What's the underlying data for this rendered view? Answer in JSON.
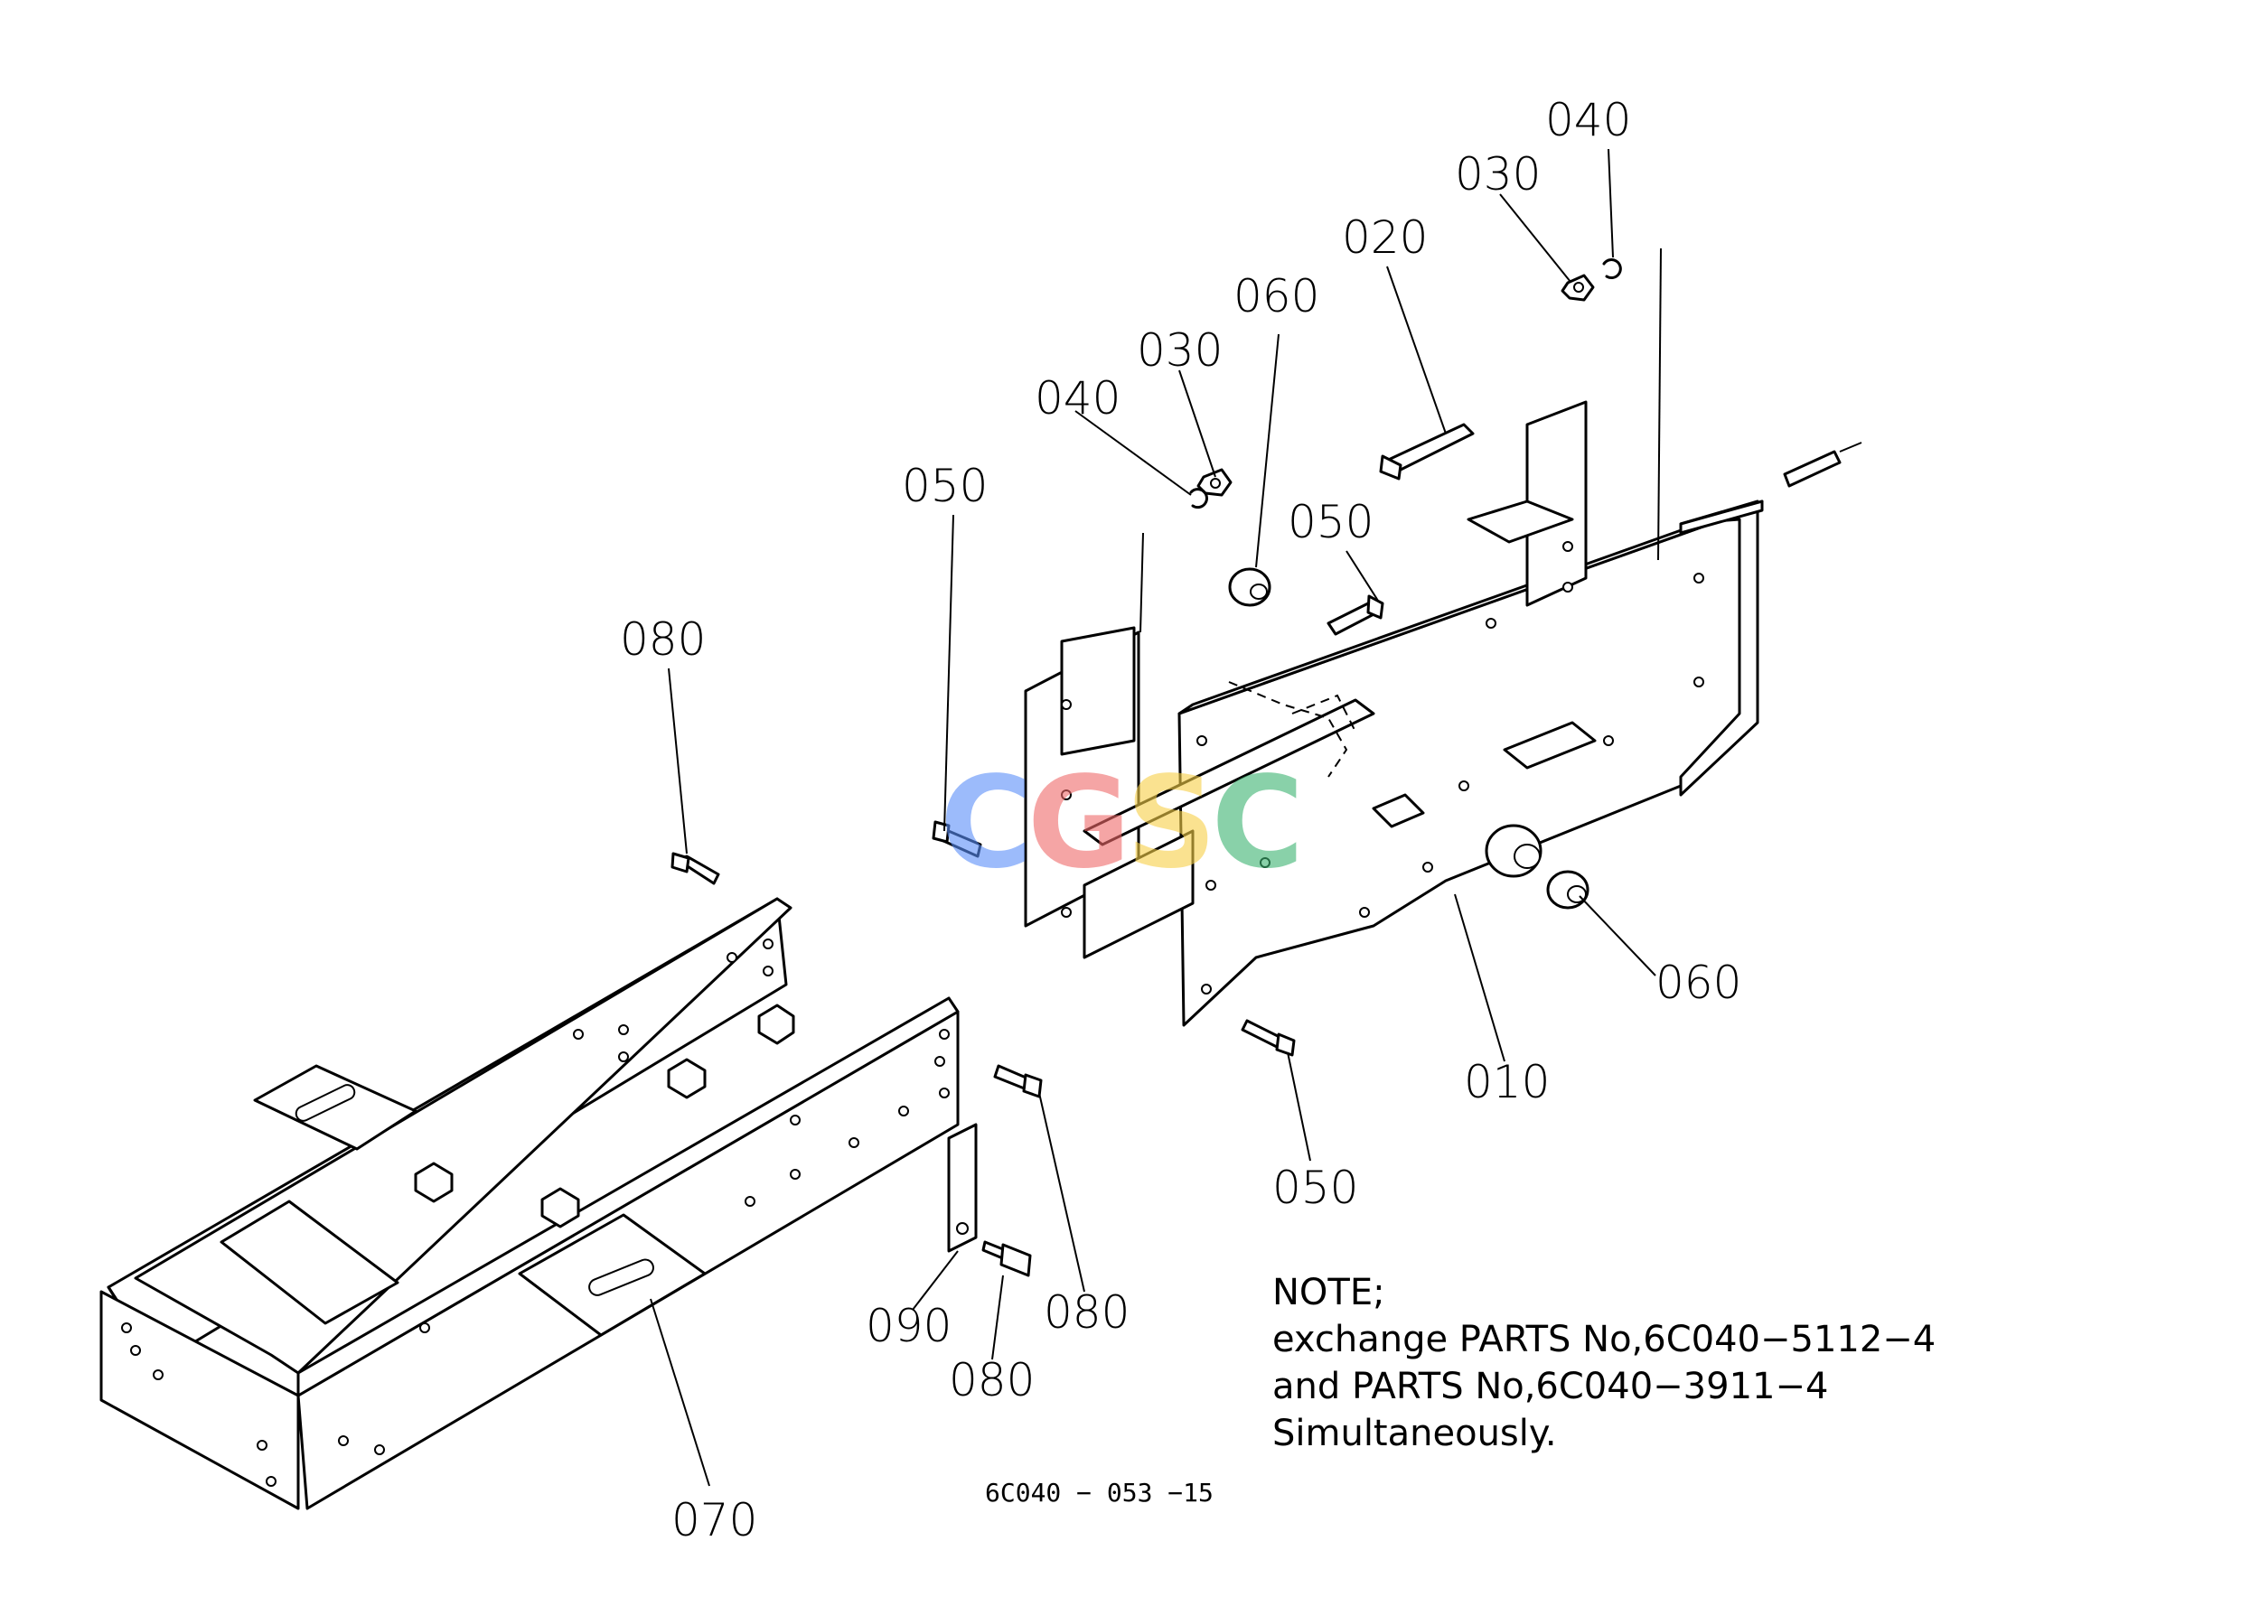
{
  "diagram": {
    "part_labels": {
      "p010": "010",
      "p020": "020",
      "p030_left": "030",
      "p030_right": "030",
      "p040_left": "040",
      "p040_right": "040",
      "p050_left": "050",
      "p050_mid": "050",
      "p050_bottom": "050",
      "p060_top": "060",
      "p060_right": "060",
      "p070": "070",
      "p080_left": "080",
      "p080_mid": "080",
      "p080_bottom": "080",
      "p090": "090"
    },
    "drawing_number": "6C040 − 053 −15",
    "note": {
      "heading": "NOTE;",
      "line1": "exchange PARTS No,6C040−5112−4",
      "line2": "and PARTS No,6C040−3911−4",
      "line3": "Simultaneously."
    },
    "watermark": {
      "letters": [
        "C",
        "G",
        "S",
        "C"
      ],
      "colors": [
        "#5b8ff9",
        "#f06a6a",
        "#f7d048",
        "#3cb371"
      ]
    }
  }
}
